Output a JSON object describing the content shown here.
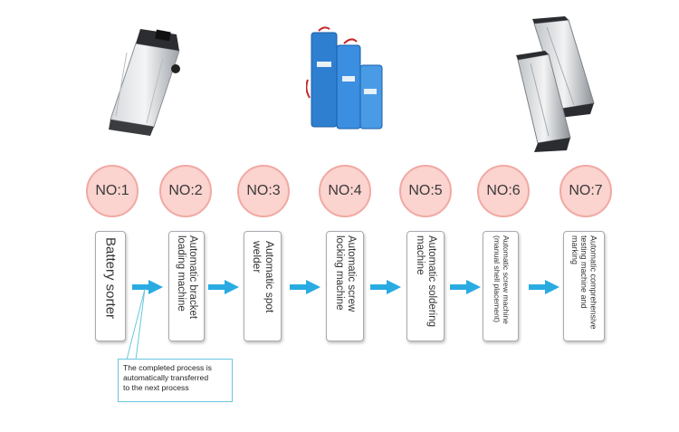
{
  "diagram": {
    "steps": [
      {
        "number": "NO:1",
        "label": "Battery sorter"
      },
      {
        "number": "NO:2",
        "label": "Automatic bracket\nloading machine"
      },
      {
        "number": "NO:3",
        "label": "Automatic spot\nwelder"
      },
      {
        "number": "NO:4",
        "label": "Automatic screw\nlocking machine"
      },
      {
        "number": "NO:5",
        "label": "Automatic soldering\nmachine"
      },
      {
        "number": "NO:6",
        "label": "Automatic screw machine\n(manual shell placement)"
      },
      {
        "number": "NO:7",
        "label": "Automatic comprehensive\ntesting machine and\nmarking"
      }
    ],
    "callout": "The completed process is\nautomatically transferred\nto the next process",
    "colors": {
      "circle_fill": "#fbd3cf",
      "circle_border": "#f0a9a3",
      "arrow": "#29abe2",
      "callout_border": "#6ac6de"
    },
    "images": {
      "product_1": "battery-pack-silver-case-icon",
      "product_2": "battery-cells-blue-icon",
      "product_3": "battery-pack-pair-silver-icon"
    }
  }
}
